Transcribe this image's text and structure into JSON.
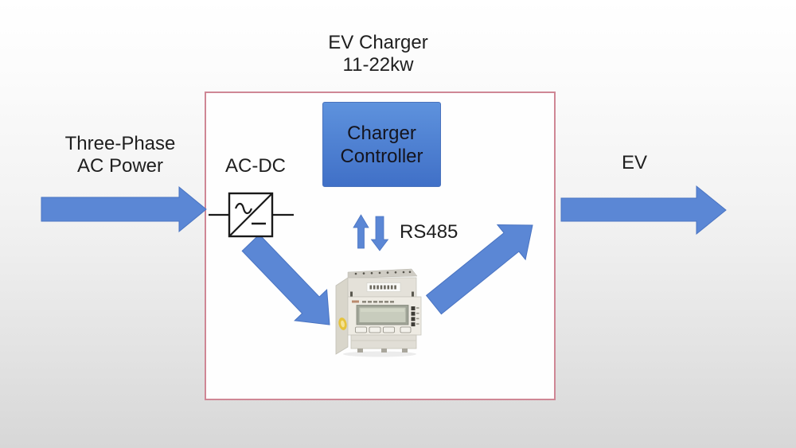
{
  "slide": {
    "title_line1": "EV Charger",
    "title_line2": "11-22kw"
  },
  "labels": {
    "input_line1": "Three-Phase",
    "input_line2": "AC Power",
    "converter": "AC-DC",
    "controller_line1": "Charger",
    "controller_line2": "Controller",
    "bus": "RS485",
    "output": "EV"
  },
  "icons": {
    "converter": "ac-dc-converter-icon",
    "meter": "din-rail-energy-meter-image",
    "input_arrow": "right-block-arrow",
    "output_arrow": "right-block-arrow",
    "bus_arrows": "up-down-arrows"
  },
  "colors": {
    "arrow_blue": "#5b87d5",
    "arrow_blue_border": "#4a74c2",
    "controller_blue_top": "#5e92dd",
    "controller_blue_bottom": "#4070c7",
    "boundary_pink": "#cf8795",
    "text_dark": "#1f1f1f",
    "bg_top": "#ffffff",
    "bg_bottom": "#d7d7d7",
    "box_fill": "#fefefe"
  }
}
